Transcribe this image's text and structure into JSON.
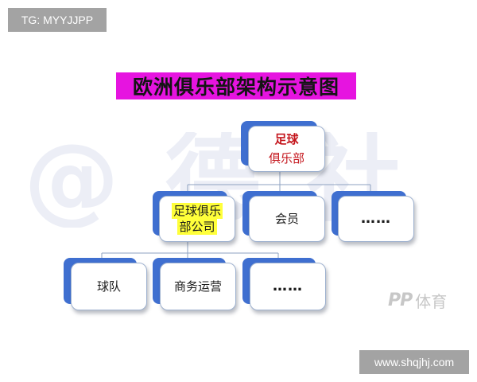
{
  "watermark_tag": "TG: MYYJJPP",
  "title": "欧洲俱乐部架构示意图",
  "background_watermark": "@ 德 社",
  "nodes": {
    "root": {
      "line1": "足球",
      "line2": "俱乐部"
    },
    "club_company": {
      "line1": "足球俱乐",
      "line2": "部公司"
    },
    "members": {
      "label": "会员"
    },
    "more_level2": {
      "label": "……"
    },
    "team": {
      "label": "球队"
    },
    "commercial": {
      "label": "商务运营"
    },
    "more_level3": {
      "label": "……"
    }
  },
  "logo": {
    "mark": "PP",
    "text": "体育"
  },
  "site": "www.shqjhj.com",
  "colors": {
    "title_bg": "#e614e0",
    "node_accent": "#3f6fd0",
    "root_text": "#c4151c",
    "highlight": "#ffff3a"
  }
}
